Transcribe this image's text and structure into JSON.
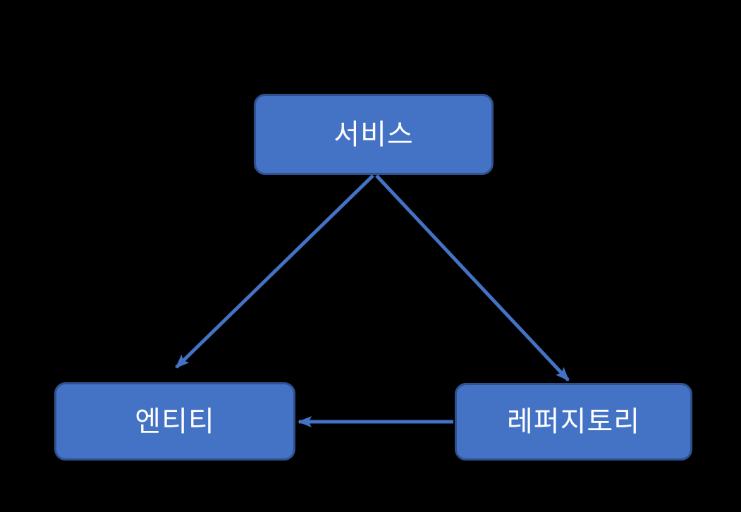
{
  "diagram": {
    "type": "relationship-diagram",
    "background_color": "#000000",
    "nodes": [
      {
        "id": "service",
        "label": "서비스"
      },
      {
        "id": "entity",
        "label": "엔티티"
      },
      {
        "id": "repository",
        "label": "레퍼지토리"
      }
    ],
    "edges": [
      {
        "from": "service",
        "to": "entity",
        "arrow_at": "to",
        "style": "solid"
      },
      {
        "from": "service",
        "to": "repository",
        "arrow_at": "to",
        "style": "solid"
      },
      {
        "from": "repository",
        "to": "entity",
        "arrow_at": "to",
        "style": "solid"
      }
    ],
    "colors": {
      "node_fill": "#4472C4",
      "node_border": "#2F528F",
      "arrow": "#4472C4",
      "text": "#FFFFFF",
      "background": "#000000"
    }
  }
}
